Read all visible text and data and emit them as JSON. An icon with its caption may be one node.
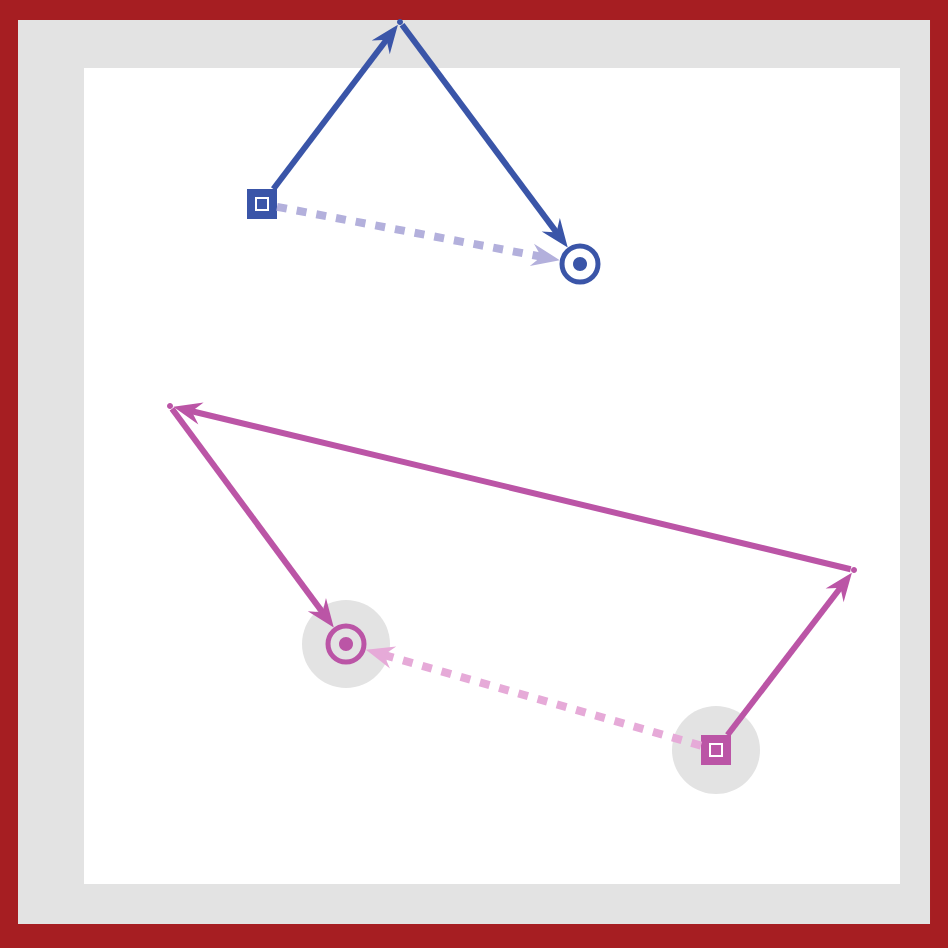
{
  "diagram": {
    "nodes": [
      {
        "text": [],
        "shape": "box"
      },
      {
        "text": [],
        "shape": "point"
      },
      {
        "text": [],
        "shape": "circle"
      },
      {
        "text": [],
        "shape": "point"
      },
      {
        "text": [],
        "shape": "circle"
      },
      {
        "text": [],
        "shape": "box"
      },
      {
        "text": [],
        "shape": "point"
      }
    ],
    "edges": [
      {
        "from": 0,
        "to": 1,
        "arrow": "to",
        "color": "#3a55a8"
      },
      {
        "from": 1,
        "to": 2,
        "arrow": "to",
        "color": "#3a55a8"
      },
      {
        "from": 0,
        "to": 2,
        "arrow": "to",
        "style": "dashed",
        "color": "#b3b0dc"
      },
      {
        "from": 5,
        "to": 6,
        "arrow": "to",
        "color": "#bb55a6"
      },
      {
        "from": 6,
        "to": 3,
        "arrow": "to",
        "color": "#bb55a6"
      },
      {
        "from": 3,
        "to": 4,
        "arrow": "to",
        "color": "#bb55a6"
      },
      {
        "from": 5,
        "to": 4,
        "arrow": "to",
        "style": "dashed",
        "color": "#e6aad8"
      }
    ]
  }
}
